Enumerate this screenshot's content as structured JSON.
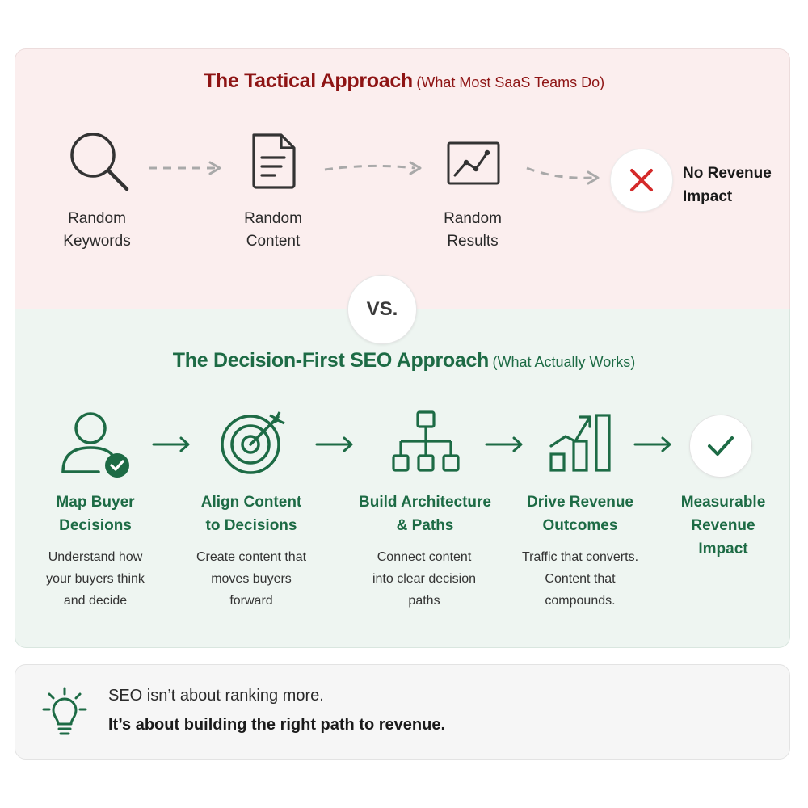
{
  "tactical": {
    "title": "The Tactical Approach",
    "subtitle": "(What Most SaaS Teams Do)",
    "steps": [
      {
        "icon": "search-icon",
        "line1": "Random",
        "line2": "Keywords"
      },
      {
        "icon": "document-icon",
        "line1": "Random",
        "line2": "Content"
      },
      {
        "icon": "line-chart-icon",
        "line1": "Random",
        "line2": "Results"
      }
    ],
    "outcome": {
      "icon": "x-mark-icon",
      "line1": "No Revenue",
      "line2": "Impact"
    }
  },
  "vs_label": "VS.",
  "decision_first": {
    "title": "The Decision-First SEO Approach",
    "subtitle": "(What Actually Works)",
    "steps": [
      {
        "icon": "user-check-icon",
        "title1": "Map Buyer",
        "title2": "Decisions",
        "desc1": "Understand how",
        "desc2": "your buyers think",
        "desc3": "and decide"
      },
      {
        "icon": "target-icon",
        "title1": "Align Content",
        "title2": "to Decisions",
        "desc1": "Create content that",
        "desc2": "moves buyers",
        "desc3": "forward"
      },
      {
        "icon": "hierarchy-icon",
        "title1": "Build Architecture",
        "title2": "& Paths",
        "desc1": "Connect content",
        "desc2": "into clear decision",
        "desc3": "paths"
      },
      {
        "icon": "growth-bars-icon",
        "title1": "Drive Revenue",
        "title2": "Outcomes",
        "desc1": "Traffic that converts.",
        "desc2": "Content that",
        "desc3": "compounds."
      }
    ],
    "outcome": {
      "icon": "checkmark-icon",
      "line1": "Measurable",
      "line2": "Revenue",
      "line3": "Impact"
    }
  },
  "footer": {
    "icon": "lightbulb-icon",
    "line1": "SEO isn’t about ranking more.",
    "line2": "It’s about building the right path to revenue."
  },
  "colors": {
    "red_accent": "#8e1414",
    "green_accent": "#1d6b45",
    "x_red": "#d42a2a",
    "top_bg": "#fbeeee",
    "bottom_bg": "#eef5f1"
  }
}
